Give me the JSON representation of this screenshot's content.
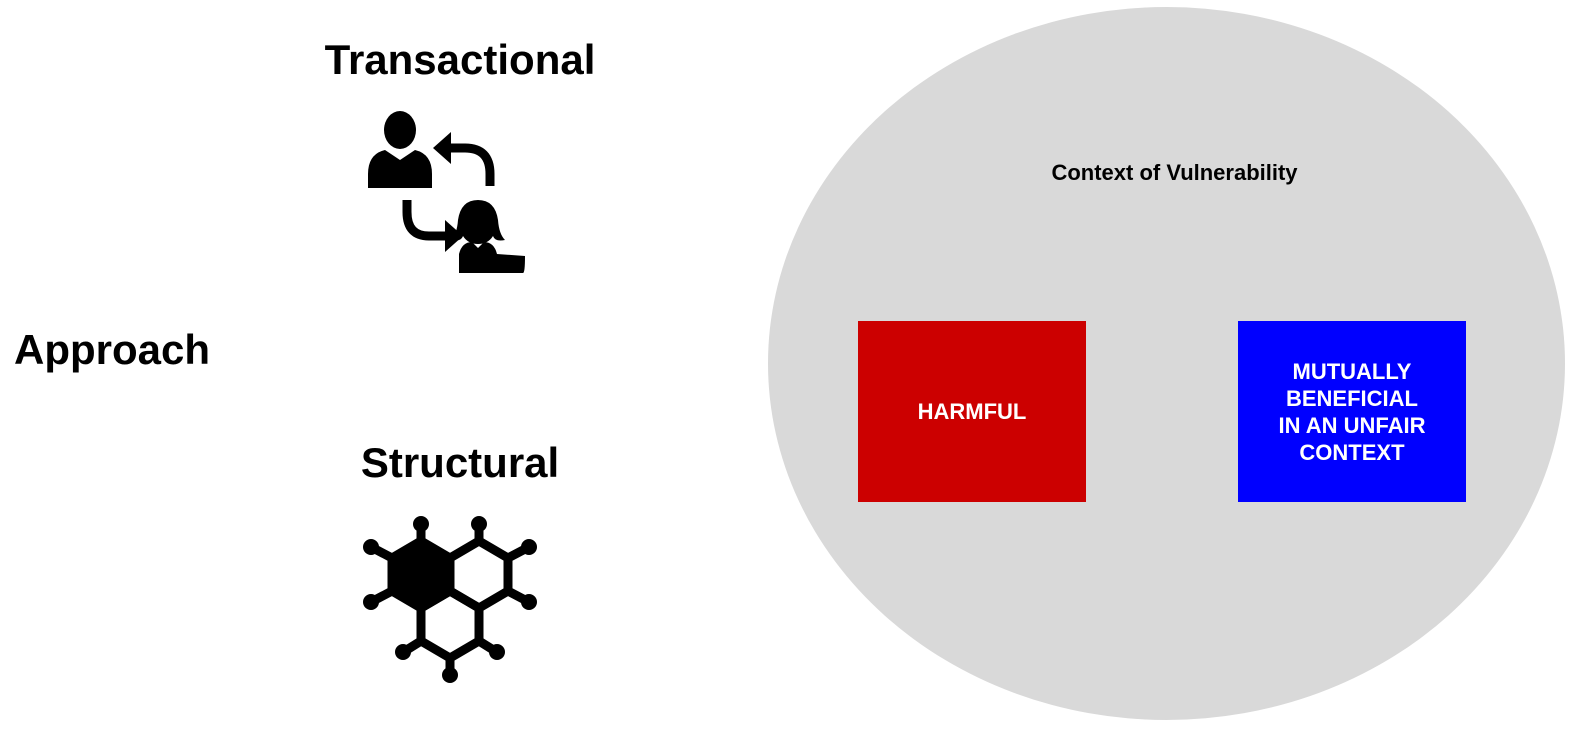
{
  "left_panel": {
    "approach_label": "Approach",
    "transactional": {
      "label": "Transactional",
      "icon": "person-exchange-icon"
    },
    "structural": {
      "label": "Structural",
      "icon": "molecule-network-icon"
    }
  },
  "context": {
    "label": "Context of Vulnerability",
    "circle_color": "#d9d9d9",
    "boxes": [
      {
        "label": "HARMFUL",
        "color": "#cc0000"
      },
      {
        "label": "MUTUALLY\nBENEFICIAL\nIN AN UNFAIR\nCONTEXT",
        "color": "#0000ff"
      }
    ]
  }
}
